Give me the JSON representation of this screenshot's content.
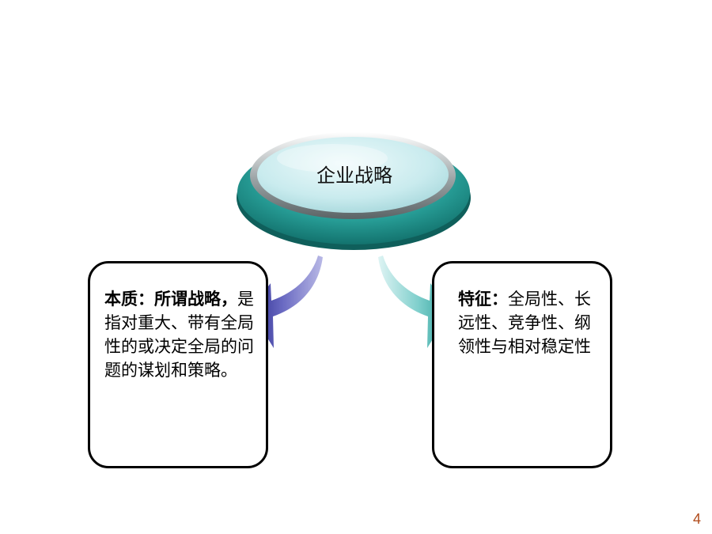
{
  "center": {
    "label": "企业战略"
  },
  "left_box": {
    "heading": "本质：所谓战略，",
    "body": "是指对重大、带有全局性的或决定全局的问题的谋划和策略。"
  },
  "right_box": {
    "heading": "特征：",
    "body": "全局性、长远性、竞争性、纲领性与相对稳定性"
  },
  "page": {
    "number": "4"
  },
  "colors": {
    "teal": "#2aa39c",
    "pale_cyan": "#d4f0f2",
    "navy_arrow": "#3a3a9c",
    "teal_arrow": "#4ab8b4"
  }
}
